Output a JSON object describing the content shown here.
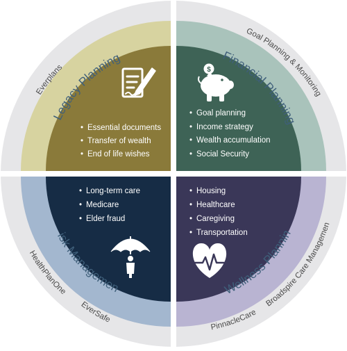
{
  "colors": {
    "outer_ring": "#e6e6e8",
    "legacy_light": "#d7d3a0",
    "legacy_dark": "#8a7a3a",
    "financial_light": "#a9c3bb",
    "financial_dark": "#3e6356",
    "risk_light": "#a3b7cf",
    "risk_dark": "#162c45",
    "wellness_light": "#b9b4d2",
    "wellness_dark": "#3a3758",
    "arc_text": "#3f5f7a",
    "partner_text": "#4a4a4a"
  },
  "quadrants": {
    "legacy": {
      "title": "Legacy  Planning",
      "icon": "document-signing-icon",
      "bullets": [
        "Essential documents",
        "Transfer of wealth",
        "End of life wishes"
      ],
      "partners": [
        "Everplans"
      ]
    },
    "financial": {
      "title": "Financial Planning",
      "icon": "piggy-bank-icon",
      "bullets": [
        "Goal planning",
        "Income strategy",
        "Wealth accumulation",
        "Social Security"
      ],
      "partners": [
        "Goal Planning & Monitoring"
      ]
    },
    "risk": {
      "title": "Risk Management",
      "icon": "umbrella-person-icon",
      "bullets": [
        "Long-term care",
        "Medicare",
        "Elder fraud"
      ],
      "partners": [
        "HealthPlanOne",
        "EverSafe"
      ]
    },
    "wellness": {
      "title": "Wellness Planning",
      "icon": "heart-pulse-icon",
      "bullets": [
        "Housing",
        "Healthcare",
        "Caregiving",
        "Transportation"
      ],
      "partners": [
        "PinnacleCare",
        "Broadspire Care Management"
      ]
    }
  }
}
